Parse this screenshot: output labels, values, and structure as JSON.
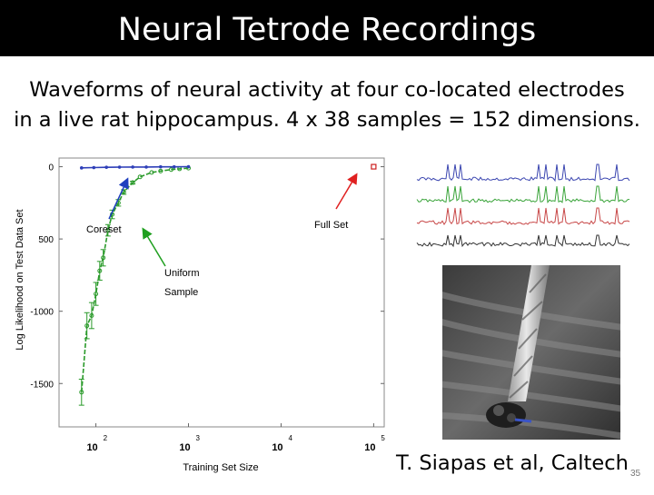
{
  "slide": {
    "title": "Neural Tetrode Recordings",
    "subtitle_line1": "Waveforms of neural activity at four co-located  electrodes",
    "subtitle_line2": "in a live rat hippocampus. 4 x 38 samples = 152 dimensions.",
    "credit": "T. Siapas et al, Caltech",
    "slide_number": "35"
  },
  "colors": {
    "coreset": "#2e3fb8",
    "uniform": "#2a9a2a",
    "full_set": "#cc1e1e",
    "arrow_coreset": "#1f3fbf",
    "arrow_uniform": "#1f9f1f",
    "arrow_full": "#e02020",
    "trace_1": "#3b46b0",
    "trace_2": "#3aa43a",
    "trace_3": "#c84848",
    "trace_4": "#333333"
  },
  "icons": {
    "photo": "tetrode-electrode-micrograph",
    "signal": "tetrode-waveform-traces"
  },
  "chart_data": {
    "type": "line",
    "xscale": "log",
    "xlim": [
      40,
      130000
    ],
    "ylim": [
      -1800,
      60
    ],
    "xlabel": "Training Set Size",
    "ylabel": "Log Likelihood on Test Data Set",
    "x_ticks": [
      {
        "value": 100,
        "base": "10",
        "exp": "2"
      },
      {
        "value": 1000,
        "base": "10",
        "exp": "3"
      },
      {
        "value": 10000,
        "base": "10",
        "exp": "4"
      },
      {
        "value": 100000,
        "base": "10",
        "exp": "5"
      }
    ],
    "y_ticks": [
      {
        "value": 0,
        "label": "0"
      },
      {
        "value": -500,
        "label": "500"
      },
      {
        "value": -1000,
        "label": "-1000"
      },
      {
        "value": -1500,
        "label": "-1500"
      }
    ],
    "series": [
      {
        "name": "Coreset",
        "x": [
          70,
          95,
          130,
          180,
          250,
          350,
          500,
          700,
          1000
        ],
        "y": [
          -8,
          -6,
          -4,
          -3,
          -2,
          -2,
          -1,
          -1,
          0
        ]
      },
      {
        "name": "Uniform Sample",
        "x": [
          70,
          80,
          90,
          100,
          110,
          120,
          135,
          150,
          175,
          200,
          250,
          300,
          400,
          500,
          650,
          800,
          1000
        ],
        "y": [
          -1560,
          -1100,
          -1030,
          -880,
          -720,
          -630,
          -440,
          -330,
          -250,
          -175,
          -110,
          -70,
          -40,
          -30,
          -20,
          -15,
          -10
        ]
      },
      {
        "name": "Full Set",
        "x": [
          100000
        ],
        "y": [
          0
        ]
      }
    ],
    "annotations": [
      {
        "text": "Coreset"
      },
      {
        "text": "Uniform"
      },
      {
        "text": "Sample"
      },
      {
        "text": "Full Set"
      }
    ],
    "grid": false,
    "legend": "none"
  }
}
